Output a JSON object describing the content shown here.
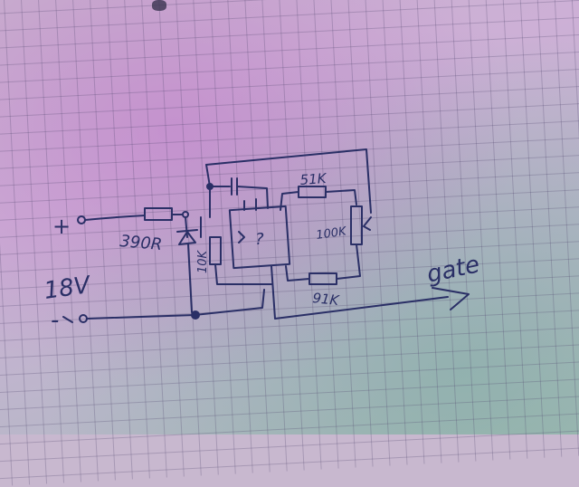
{
  "labels": {
    "plus": "+",
    "minus": "-",
    "voltage": "18V",
    "r1": "390R",
    "r2": "51K",
    "r3": "10K",
    "r4": "91K",
    "pot": "100K",
    "ic": "?",
    "output": "gate"
  },
  "colors": {
    "ink": "#2a2f66",
    "paper_pink": "#cdb0d6",
    "paper_green": "#a9bcb7",
    "grid": "#50466e"
  }
}
